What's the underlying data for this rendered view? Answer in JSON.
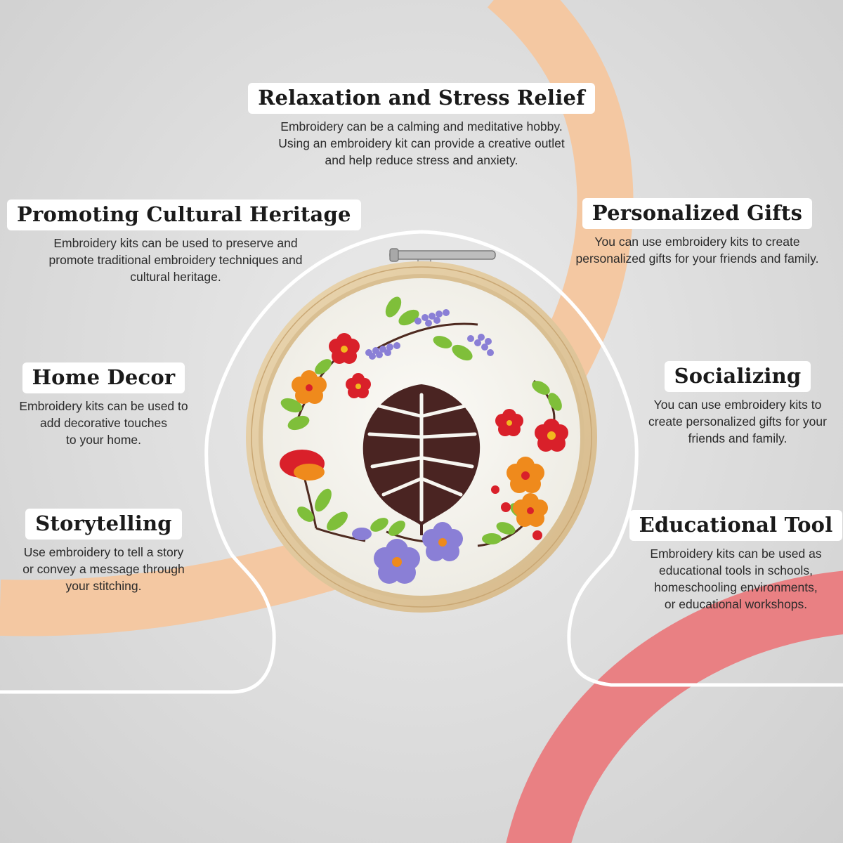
{
  "colors": {
    "peach_ribbon": "#f4c8a2",
    "pink_ribbon": "#e98083",
    "outline": "#ffffff",
    "hoop_wood": "#e2caa0",
    "fabric": "#f7f6f1",
    "leaf_brown": "#4a2422",
    "flower_red": "#d9202a",
    "flower_orange": "#ef8a1c",
    "flower_purple": "#8a7fd6",
    "leaf_green": "#7fbf3a"
  },
  "features": [
    {
      "id": "relaxation",
      "title": "Relaxation and Stress Relief",
      "lines": [
        "Embroidery can be a calming and meditative hobby.",
        "Using an embroidery kit can provide a creative outlet",
        "and help reduce stress and anxiety."
      ]
    },
    {
      "id": "cultural-heritage",
      "title": "Promoting Cultural Heritage",
      "lines": [
        "Embroidery kits can be used to preserve and",
        "promote traditional embroidery techniques and",
        "cultural heritage."
      ]
    },
    {
      "id": "personalized-gifts",
      "title": "Personalized Gifts",
      "lines": [
        "You can use embroidery kits to create",
        "personalized gifts for your friends and family."
      ]
    },
    {
      "id": "home-decor",
      "title": "Home Decor",
      "lines": [
        "Embroidery kits can be used to",
        "add decorative touches",
        "to your home."
      ]
    },
    {
      "id": "socializing",
      "title": "Socializing",
      "lines": [
        "You can use embroidery kits to",
        "create personalized gifts for your",
        "friends and family."
      ]
    },
    {
      "id": "storytelling",
      "title": "Storytelling",
      "lines": [
        "Use embroidery to tell a story",
        "or convey a message through",
        "your stitching."
      ]
    },
    {
      "id": "educational-tool",
      "title": "Educational Tool",
      "lines": [
        "Embroidery kits can be used as",
        "educational tools in schools,",
        "homeschooling environments,",
        "or educational workshops."
      ]
    }
  ],
  "icons": {
    "hoop": "embroidery-hoop-icon",
    "monstera_leaf": "monstera-leaf-icon"
  }
}
